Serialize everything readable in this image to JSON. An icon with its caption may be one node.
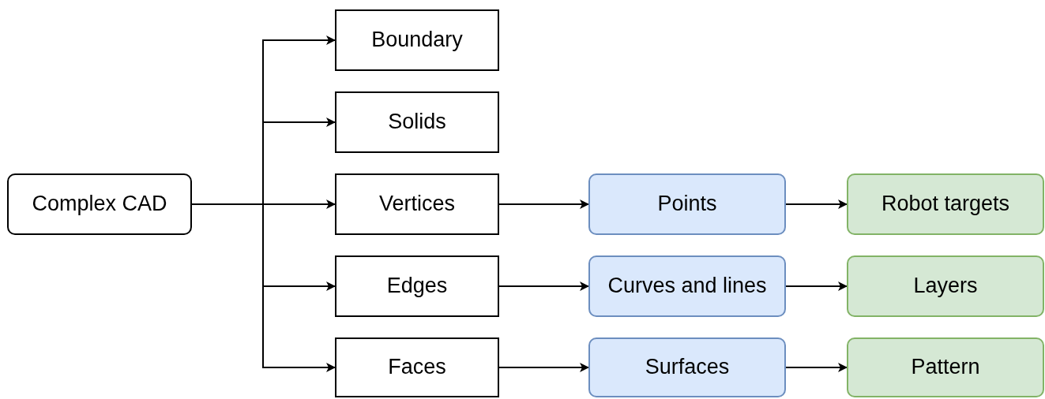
{
  "diagram": {
    "nodes": [
      {
        "text": [
          "Complex CAD"
        ]
      },
      {
        "text": [
          "Boundary"
        ]
      },
      {
        "text": [
          "Solids"
        ]
      },
      {
        "text": [
          "Vertices"
        ]
      },
      {
        "text": [
          "Edges"
        ]
      },
      {
        "text": [
          "Faces"
        ]
      },
      {
        "text": [
          "Points"
        ]
      },
      {
        "text": [
          "Curves and lines"
        ]
      },
      {
        "text": [
          "Surfaces"
        ]
      },
      {
        "text": [
          "Robot targets"
        ]
      },
      {
        "text": [
          "Layers"
        ]
      },
      {
        "text": [
          "Pattern"
        ]
      }
    ],
    "edges": [
      {
        "from": 0,
        "to": 1,
        "arrow": "to"
      },
      {
        "from": 0,
        "to": 2,
        "arrow": "to"
      },
      {
        "from": 0,
        "to": 3,
        "arrow": "to"
      },
      {
        "from": 0,
        "to": 4,
        "arrow": "to"
      },
      {
        "from": 0,
        "to": 5,
        "arrow": "to"
      },
      {
        "from": 3,
        "to": 6,
        "arrow": "to"
      },
      {
        "from": 4,
        "to": 7,
        "arrow": "to"
      },
      {
        "from": 5,
        "to": 8,
        "arrow": "to"
      },
      {
        "from": 6,
        "to": 9,
        "arrow": "to"
      },
      {
        "from": 7,
        "to": 10,
        "arrow": "to"
      },
      {
        "from": 8,
        "to": 11,
        "arrow": "to"
      }
    ]
  }
}
